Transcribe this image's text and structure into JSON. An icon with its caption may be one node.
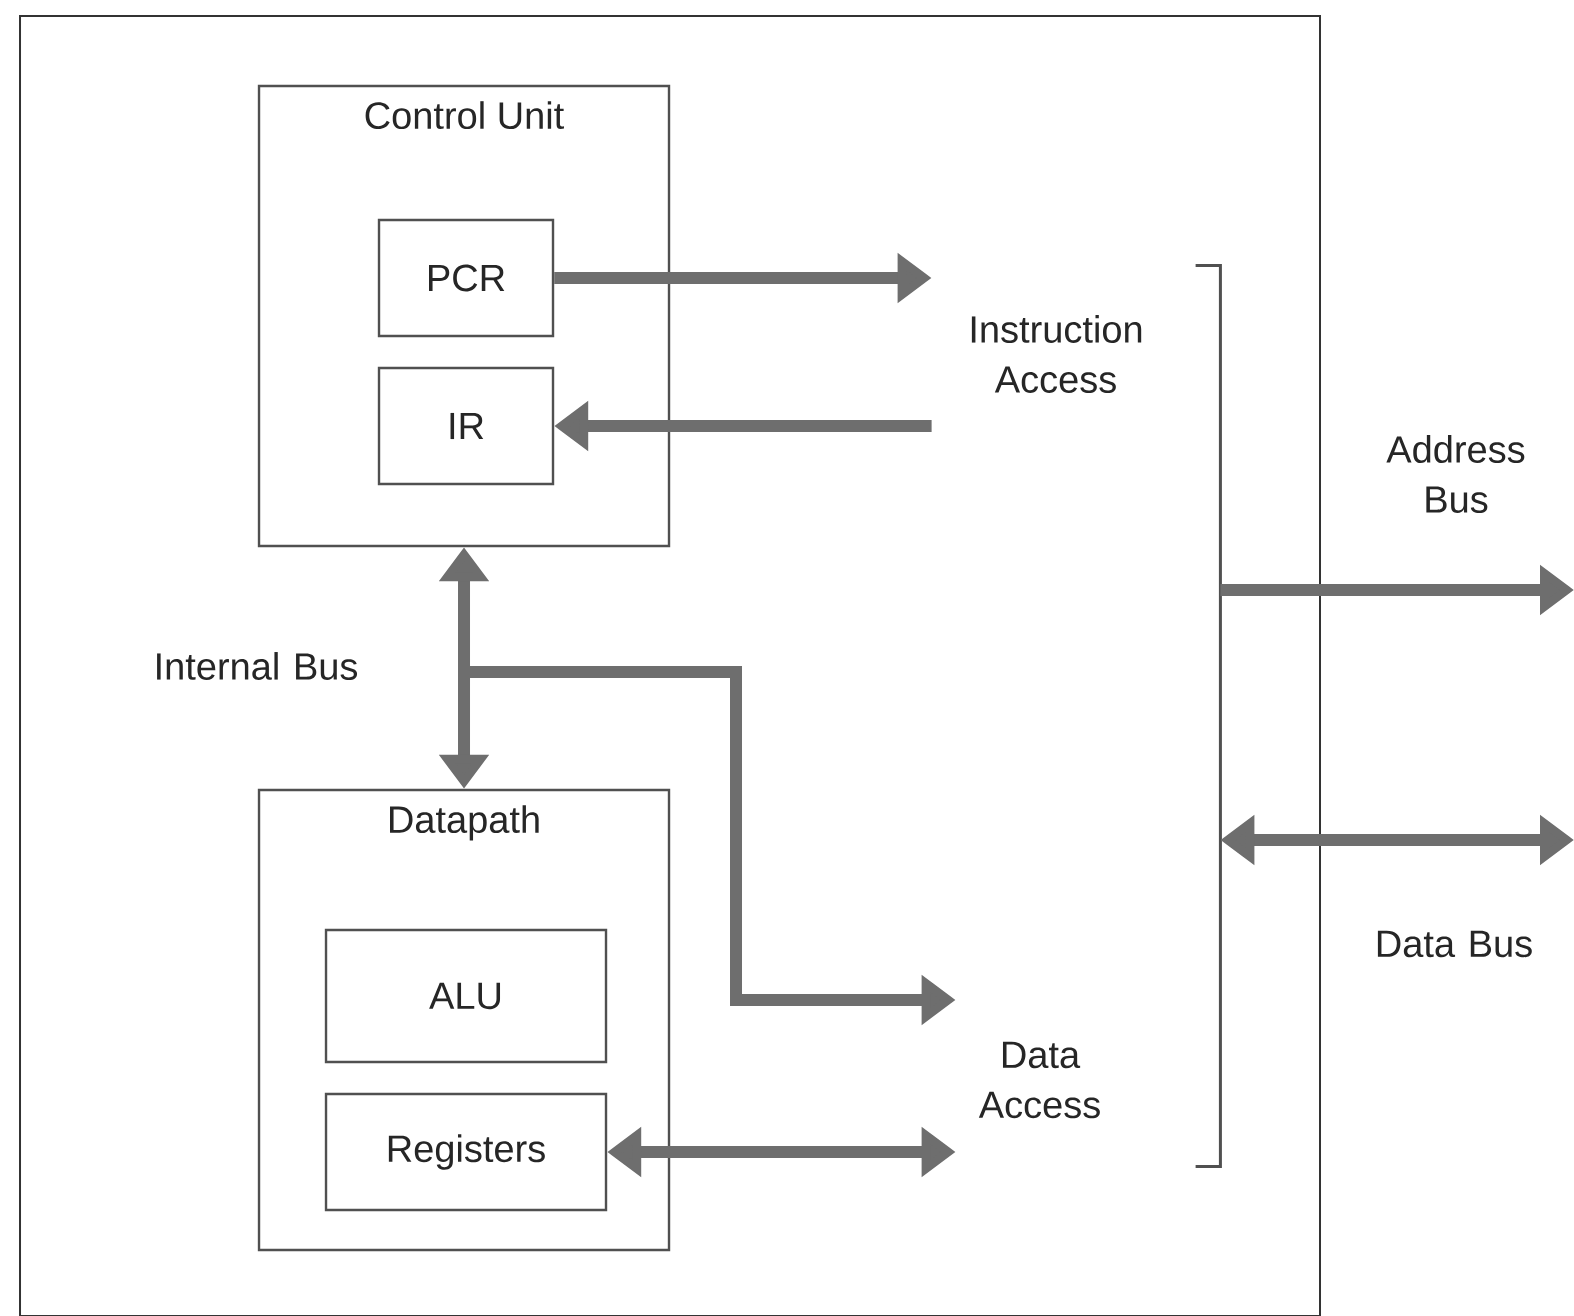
{
  "diagram": {
    "nodes": [
      {
        "text": [],
        "shape": "box"
      },
      {
        "text": [
          "Control Unit"
        ],
        "in": 0
      },
      {
        "text": [
          "PCR"
        ],
        "in": 1
      },
      {
        "text": [
          "IR"
        ],
        "in": 1
      },
      {
        "text": [
          "Datapath"
        ],
        "in": 0
      },
      {
        "text": [
          "ALU"
        ],
        "in": 4
      },
      {
        "text": [
          "Registers"
        ],
        "in": 4
      },
      {
        "text": [
          "Instruction Access"
        ],
        "in": 0
      },
      {
        "text": [
          "Data Access"
        ],
        "in": 0
      },
      {
        "text": [],
        "shape": "bracket",
        "in": 0
      }
    ],
    "edges": [
      {
        "from": 2,
        "to": 7,
        "arrow": "to"
      },
      {
        "from": 7,
        "to": 3,
        "arrow": "to"
      },
      {
        "from": 1,
        "to": 4,
        "arrow": "both",
        "label": "Internal Bus"
      },
      {
        "from": null,
        "to": 8,
        "arrow": "to"
      },
      {
        "from": 6,
        "to": 8,
        "arrow": "both"
      },
      {
        "from": 9,
        "to": null,
        "arrow": "to",
        "label": "Address Bus"
      },
      {
        "from": 9,
        "to": null,
        "arrow": "both",
        "label": "Data Bus"
      }
    ]
  }
}
